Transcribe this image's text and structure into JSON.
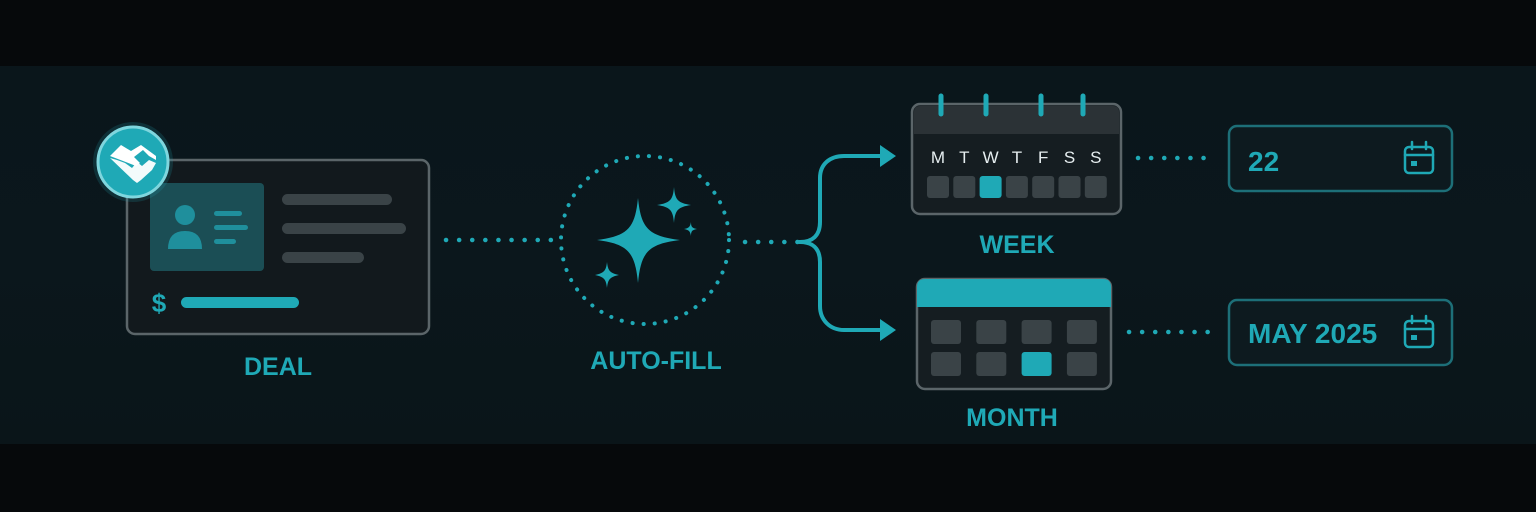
{
  "labels": {
    "deal": "DEAL",
    "auto_fill": "AUTO-FILL",
    "week": "WEEK",
    "month": "MONTH"
  },
  "deal_card": {
    "currency_symbol": "$"
  },
  "week_calendar": {
    "days": [
      "M",
      "T",
      "W",
      "T",
      "F",
      "S",
      "S"
    ],
    "selected_index": 2
  },
  "month_calendar": {
    "rows": 2,
    "cols": 4,
    "selected": {
      "row": 1,
      "col": 2
    }
  },
  "fields": {
    "week_value": "22",
    "month_value": "MAY 2025"
  },
  "icons": {
    "deal_badge": "handshake-icon",
    "contact": "person-icon",
    "auto_fill": "sparkle-icon",
    "field": "calendar-icon"
  },
  "colors": {
    "accent": "#1fa9b6",
    "background": "#0a161b",
    "card": "#12191d",
    "cell": "#3a4347"
  }
}
